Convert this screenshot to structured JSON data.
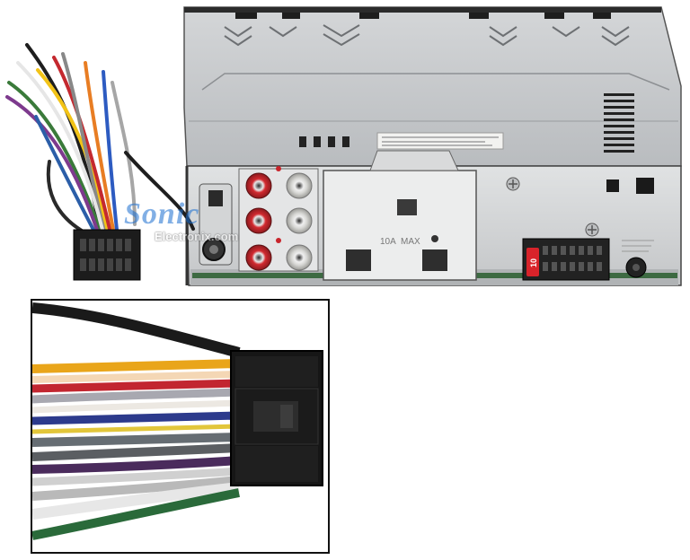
{
  "photo": {
    "subject": "car stereo receiver rear chassis with wiring harness",
    "watermark": {
      "brand": "Sonic",
      "sub": "Electronix.com"
    },
    "labels": {
      "fuse": "10",
      "max_rating": "MAX"
    },
    "inset": {
      "subject": "close-up of wiring harness connector"
    },
    "colors": {
      "chassis": "#c9cbcd",
      "chassis_dark": "#8e9194",
      "connector": "#1a1a1a",
      "fuse": "#d8232a",
      "rca_red": "#c8242b",
      "rca_white": "#e8e8e6",
      "watermark": "#1b6fd1"
    }
  }
}
